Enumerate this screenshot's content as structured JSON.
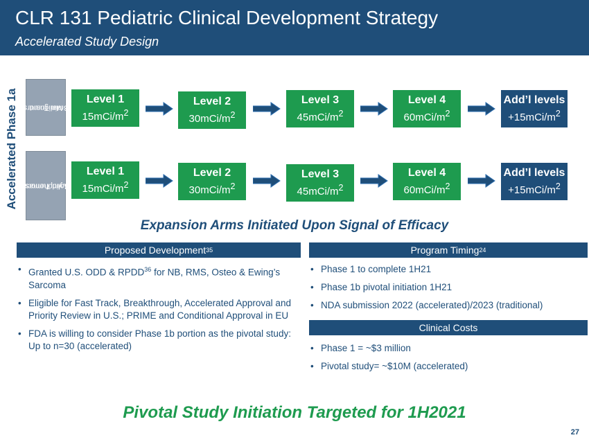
{
  "header": {
    "title": "CLR 131 Pediatric Clinical Development Strategy",
    "subtitle": "Accelerated Study Design"
  },
  "side_label": "Accelerated Phase 1a",
  "rows": [
    {
      "label_lines": [
        "Malignant",
        "Brain Tumors"
      ],
      "levels": [
        {
          "name": "Level 1",
          "dose": "15mCi/m",
          "sup": "2"
        },
        {
          "name": "Level 2",
          "dose": "30mCi/m",
          "sup": "2"
        },
        {
          "name": "Level 3",
          "dose": "45mCi/m",
          "sup": "2"
        },
        {
          "name": "Level  4",
          "dose": "60mCi/m",
          "sup": "2"
        },
        {
          "name": "Add’l levels",
          "dose": "+15mCi/m",
          "sup": "2"
        }
      ]
    },
    {
      "label_lines": [
        "Solid Tumors/",
        "Lymphomas"
      ],
      "levels": [
        {
          "name": "Level 1",
          "dose": "15mCi/m",
          "sup": "2"
        },
        {
          "name": "Level 2",
          "dose": "30mCi/m",
          "sup": "2"
        },
        {
          "name": "Level 3",
          "dose": "45mCi/m",
          "sup": "2"
        },
        {
          "name": "Level 4",
          "dose": "60mCi/m",
          "sup": "2"
        },
        {
          "name": "Add’l levels",
          "dose": "+15mCi/m",
          "sup": "2"
        }
      ]
    }
  ],
  "expansion_text": "Expansion Arms Initiated Upon Signal of Efficacy",
  "proposed": {
    "title": "Proposed Development",
    "title_sup": "35",
    "bullets": [
      {
        "pre": "Granted U.S. ODD & RPDD",
        "sup": "36",
        "post": " for NB, RMS, Osteo & Ewing’s Sarcoma"
      },
      {
        "pre": "Eligible for Fast Track, Breakthrough, Accelerated Approval and Priority Review in U.S.; PRIME and Conditional Approval in EU",
        "sup": "",
        "post": ""
      },
      {
        "pre": "FDA is willing to consider Phase 1b portion as the pivotal study: Up to n=30 (accelerated)",
        "sup": "",
        "post": ""
      }
    ]
  },
  "timing": {
    "title": "Program Timing",
    "title_sup": "24",
    "bullets": [
      "Phase 1 to complete 1H21",
      "Phase 1b pivotal initiation 1H21",
      "NDA submission 2022 (accelerated)/2023 (traditional)"
    ]
  },
  "costs": {
    "title": "Clinical Costs",
    "bullets": [
      "Phase 1 = ~$3 million",
      "Pivotal study= ~$10M (accelerated)"
    ]
  },
  "pivotal_text": "Pivotal Study Initiation Targeted for 1H2021",
  "page_number": "27",
  "colors": {
    "navy": "#1f4e79",
    "green": "#1e9b4f",
    "gray_label": "#95a3b3"
  }
}
